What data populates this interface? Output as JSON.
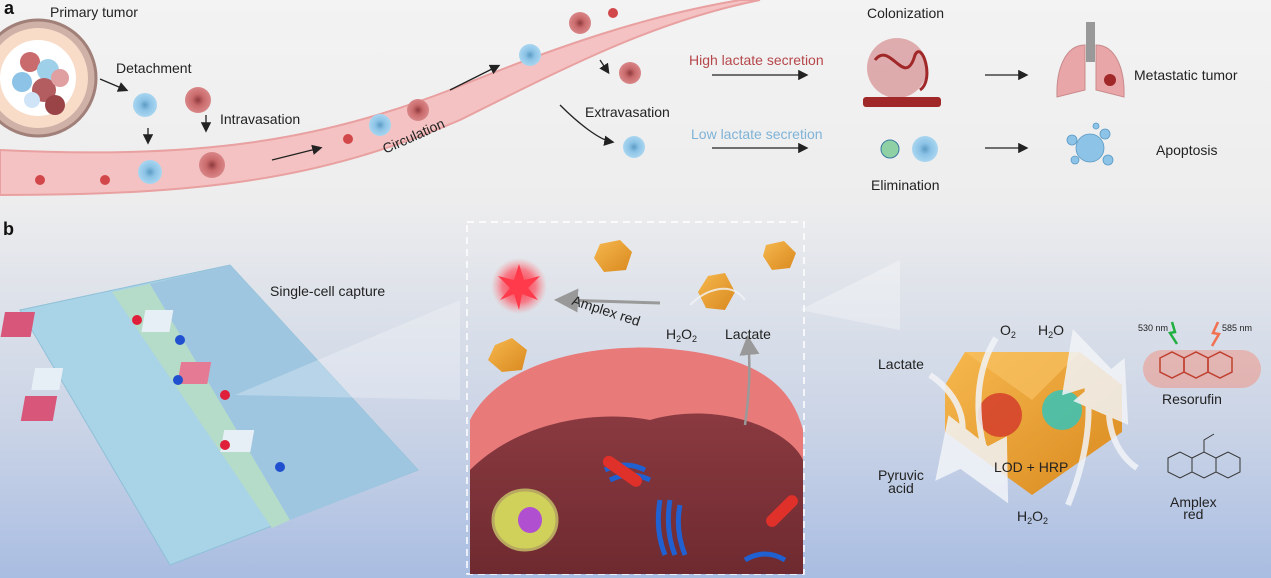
{
  "panel_a": {
    "letter": "a",
    "labels": {
      "primary_tumor": "Primary tumor",
      "detachment": "Detachment",
      "intravasation": "Intravasation",
      "circulation": "Circulation",
      "extravasation": "Extravasation",
      "high_lactate": "High lactate secretion",
      "low_lactate": "Low lactate secretion",
      "colonization": "Colonization",
      "elimination": "Elimination",
      "metastatic_tumor": "Metastatic tumor",
      "apoptosis": "Apoptosis"
    },
    "colors": {
      "high_lactate": "#b5474b",
      "low_lactate": "#7fb3d6",
      "vessel": "#f4c2c2",
      "tumor_cell": "#c96a6c",
      "ctc_blue": "#8cc3e6"
    }
  },
  "panel_b": {
    "letter": "b",
    "labels": {
      "single_cell_capture": "Single-cell capture",
      "amplex_red_arrow": "Amplex red",
      "h2o2_top": "H",
      "lactate_top": "Lactate",
      "o2": "O",
      "h2o": "H",
      "lactate_left": "Lactate",
      "pyruvic_acid_1": "Pyruvic",
      "pyruvic_acid_2": "acid",
      "lod_hrp": "LOD + HRP",
      "h2o2_bottom": "H",
      "resorufin": "Resorufin",
      "excitation": "530 nm",
      "emission": "585 nm",
      "amplex_red_1": "Amplex",
      "amplex_red_2": "red"
    },
    "colors": {
      "chip": "#a9d3e6",
      "channel": "#b5dcc8",
      "cell_red": "#e0203a",
      "cell_blue": "#2050d0",
      "nanozyme": "#f0a030",
      "cell_membrane": "#e87a7a",
      "cytoplasm": "#8a3a40"
    }
  }
}
